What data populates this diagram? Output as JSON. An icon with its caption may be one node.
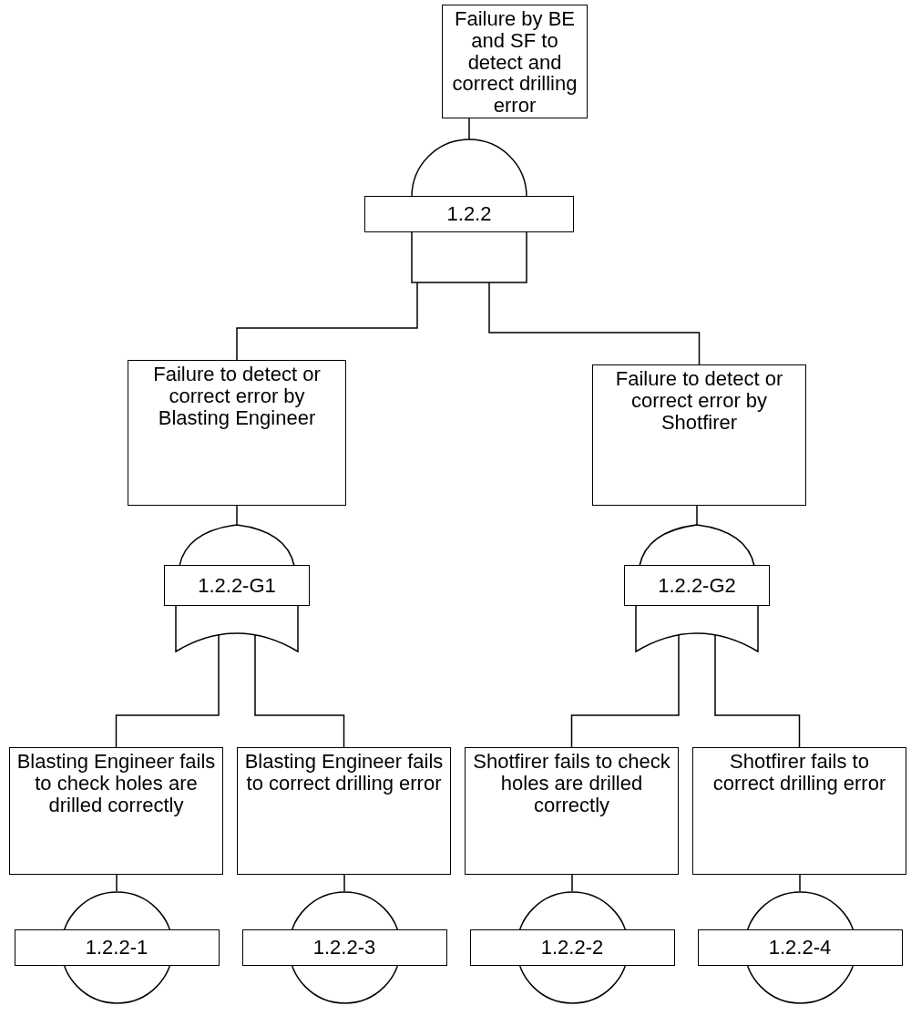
{
  "diagram": {
    "nodes": [
      {
        "text": [
          "Failure by BE and SF to detect and correct drilling error"
        ]
      },
      {
        "text": [
          "1.2.2"
        ]
      },
      {
        "text": [
          "Failure to detect or correct error by Blasting Engineer"
        ]
      },
      {
        "text": [
          "Failure to detect or correct error by Shotfirer"
        ]
      },
      {
        "text": [
          "1.2.2-G1"
        ]
      },
      {
        "text": [
          "1.2.2-G2"
        ]
      },
      {
        "text": [
          "Blasting Engineer fails to check holes are drilled correctly"
        ]
      },
      {
        "text": [
          "Blasting Engineer fails to correct drilling error"
        ]
      },
      {
        "text": [
          "Shotfirer fails to check holes are drilled correctly"
        ]
      },
      {
        "text": [
          "Shotfirer fails to correct drilling error"
        ]
      },
      {
        "text": [
          "1.2.2-1"
        ]
      },
      {
        "text": [
          "1.2.2-3"
        ]
      },
      {
        "text": [
          "1.2.2-2"
        ]
      },
      {
        "text": [
          "1.2.2-4"
        ]
      }
    ],
    "edges": [
      {
        "from": 0,
        "to": 1,
        "arrow": "none"
      },
      {
        "from": 1,
        "to": 2,
        "arrow": "none"
      },
      {
        "from": 1,
        "to": 3,
        "arrow": "none"
      },
      {
        "from": 2,
        "to": 4,
        "arrow": "none"
      },
      {
        "from": 3,
        "to": 5,
        "arrow": "none"
      },
      {
        "from": 4,
        "to": 6,
        "arrow": "none"
      },
      {
        "from": 4,
        "to": 7,
        "arrow": "none"
      },
      {
        "from": 5,
        "to": 8,
        "arrow": "none"
      },
      {
        "from": 5,
        "to": 9,
        "arrow": "none"
      },
      {
        "from": 6,
        "to": 10,
        "arrow": "none"
      },
      {
        "from": 7,
        "to": 11,
        "arrow": "none"
      },
      {
        "from": 8,
        "to": 12,
        "arrow": "none"
      },
      {
        "from": 9,
        "to": 13,
        "arrow": "none"
      }
    ]
  }
}
